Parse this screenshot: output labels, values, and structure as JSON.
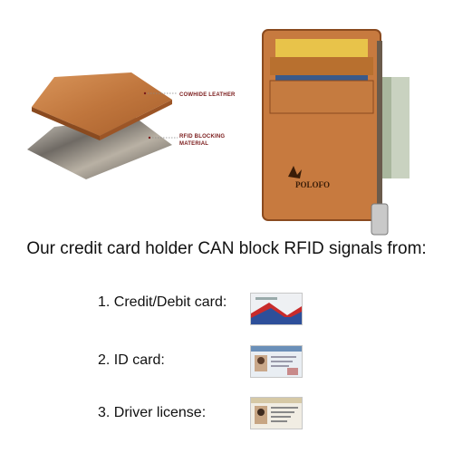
{
  "diagram": {
    "label_leather": "COWHIDE LEATHER",
    "label_rfid_line1": "RFID BLOCKING",
    "label_rfid_line2": "MATERIAL"
  },
  "wallet": {
    "brand": "POLOFO"
  },
  "headline": "Our credit card holder CAN block RFID signals from:",
  "items": [
    {
      "label": "1. Credit/Debit card:",
      "icon": "credit-card-icon"
    },
    {
      "label": "2. ID card:",
      "icon": "id-card-icon"
    },
    {
      "label": "3. Driver license:",
      "icon": "driver-license-icon"
    }
  ],
  "colors": {
    "leather": "#c77a3f",
    "leather_dark": "#8a4a1f",
    "rfid_gray": "#7f7a74",
    "callout": "#7a1a1a"
  }
}
